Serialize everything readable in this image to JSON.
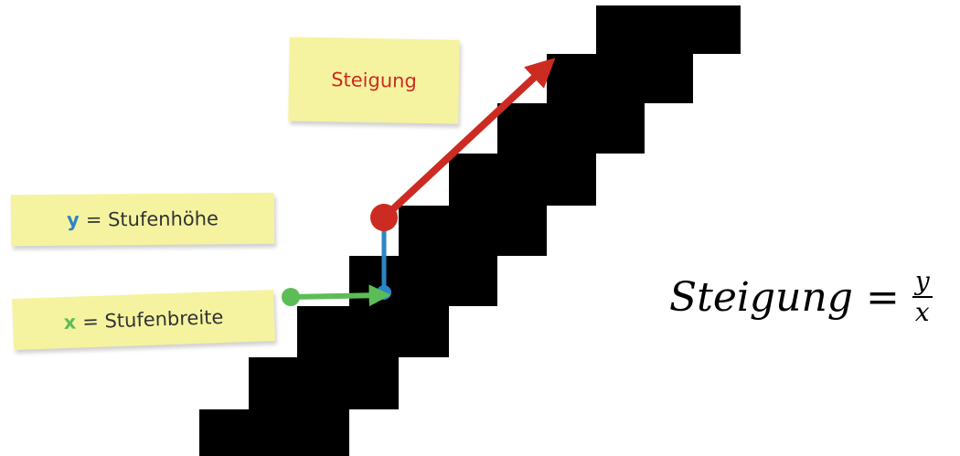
{
  "labels": {
    "slope": "Steigung",
    "rise_var": "y",
    "rise_text": "= Stufenhöhe",
    "run_var": "x",
    "run_text": "= Stufenbreite"
  },
  "formula": {
    "lhs": "Steigung",
    "equals": "=",
    "numerator": "y",
    "denominator": "x"
  },
  "colors": {
    "slope": "#cc2b22",
    "rise": "#2c86c3",
    "run": "#5cbd57",
    "stairs": "#000000",
    "note_background": "#f6f3a0",
    "text": "#333333"
  }
}
